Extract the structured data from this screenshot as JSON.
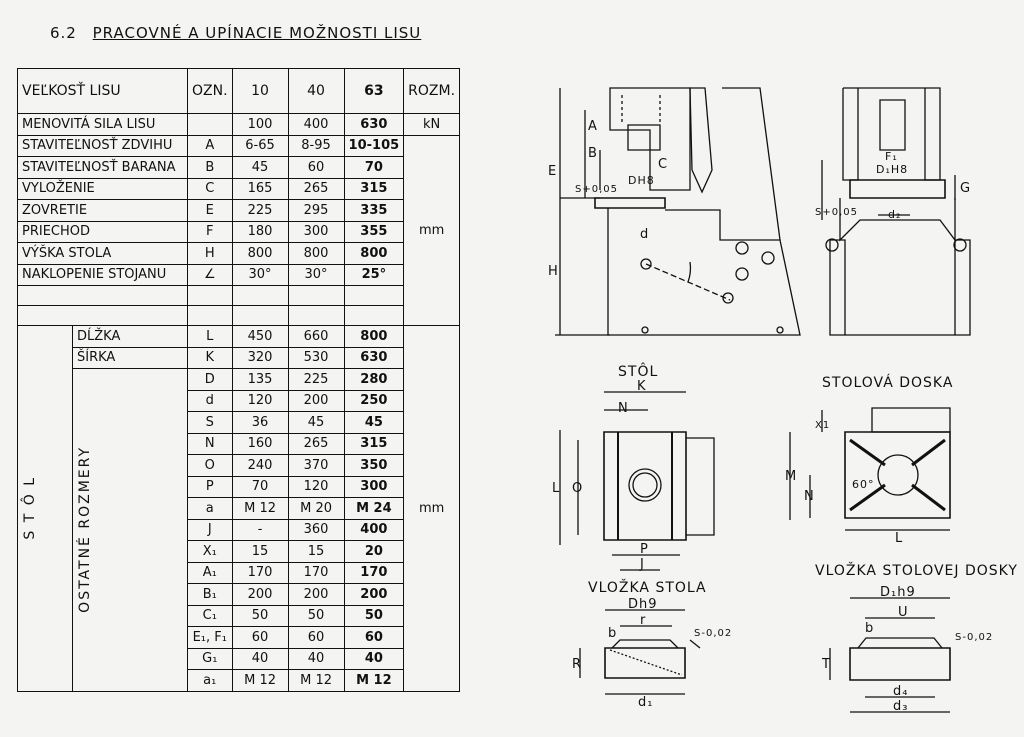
{
  "header": {
    "number": "6.2",
    "title": "PRACOVNÉ A UPÍNACIE MOŽNOSTI LISU"
  },
  "table": {
    "col_headers": [
      "VEĽKOSŤ LISU",
      "OZN.",
      "10",
      "40",
      "63",
      "ROZM."
    ],
    "main_rows": [
      {
        "label": "MENOVITÁ SILA LISU",
        "code": "",
        "v10": "100",
        "v40": "400",
        "v63": "630"
      },
      {
        "label": "STAVITEĽNOSŤ ZDVIHU",
        "code": "A",
        "v10": "6-65",
        "v40": "8-95",
        "v63": "10-105"
      },
      {
        "label": "STAVITEĽNOSŤ BARANA",
        "code": "B",
        "v10": "45",
        "v40": "60",
        "v63": "70"
      },
      {
        "label": "VYLOŽENIE",
        "code": "C",
        "v10": "165",
        "v40": "265",
        "v63": "315"
      },
      {
        "label": "ZOVRETIE",
        "code": "E",
        "v10": "225",
        "v40": "295",
        "v63": "335"
      },
      {
        "label": "PRIECHOD",
        "code": "F",
        "v10": "180",
        "v40": "300",
        "v63": "355"
      },
      {
        "label": "VÝŠKA STOLA",
        "code": "H",
        "v10": "800",
        "v40": "800",
        "v63": "800"
      },
      {
        "label": "NAKLOPENIE STOJANU",
        "code": "∠",
        "v10": "30°",
        "v40": "30°",
        "v63": "25°"
      }
    ],
    "unit_kn": "kN",
    "unit_mm": "mm",
    "stol_label": "S T Ô L",
    "dlzka": {
      "label": "DĹŽKA",
      "code": "L",
      "v10": "450",
      "v40": "660",
      "v63": "800"
    },
    "sirka": {
      "label": "ŠÍRKA",
      "code": "K",
      "v10": "320",
      "v40": "530",
      "v63": "630"
    },
    "ostatne_label": "OSTATNÉ ROZMERY",
    "other_rows": [
      {
        "code": "D",
        "v10": "135",
        "v40": "225",
        "v63": "280"
      },
      {
        "code": "d",
        "v10": "120",
        "v40": "200",
        "v63": "250"
      },
      {
        "code": "S",
        "v10": "36",
        "v40": "45",
        "v63": "45"
      },
      {
        "code": "N",
        "v10": "160",
        "v40": "265",
        "v63": "315"
      },
      {
        "code": "O",
        "v10": "240",
        "v40": "370",
        "v63": "350"
      },
      {
        "code": "P",
        "v10": "70",
        "v40": "120",
        "v63": "300"
      },
      {
        "code": "a",
        "v10": "M 12",
        "v40": "M 20",
        "v63": "M 24"
      },
      {
        "code": "J",
        "v10": "-",
        "v40": "360",
        "v63": "400"
      },
      {
        "code": "X₁",
        "v10": "15",
        "v40": "15",
        "v63": "20"
      },
      {
        "code": "A₁",
        "v10": "170",
        "v40": "170",
        "v63": "170"
      },
      {
        "code": "B₁",
        "v10": "200",
        "v40": "200",
        "v63": "200"
      },
      {
        "code": "C₁",
        "v10": "50",
        "v40": "50",
        "v63": "50"
      },
      {
        "code": "E₁, F₁",
        "v10": "60",
        "v40": "60",
        "v63": "60"
      },
      {
        "code": "G₁",
        "v10": "40",
        "v40": "40",
        "v63": "40"
      },
      {
        "code": "a₁",
        "v10": "M 12",
        "v40": "M 12",
        "v63": "M 12"
      }
    ]
  },
  "drawing_labels": {
    "stol": "STÔL",
    "stolova_doska": "STOLOVÁ DOSKA",
    "vlozka_stola": "VLOŽKA STOLA",
    "vlozka_stolovej_dosky": "VLOŽKA STOLOVEJ DOSKY",
    "dim": {
      "A": "A",
      "B": "B",
      "C": "C",
      "E": "E",
      "H": "H",
      "S005": "S+0,05",
      "DH8": "DH8",
      "d": "d",
      "F1": "F₁",
      "D1H8": "D₁H8",
      "G": "G",
      "d2": "d₂",
      "Sp005": "S+0,05",
      "K": "K",
      "N": "N",
      "L": "L",
      "O": "O",
      "P": "P",
      "J": "J",
      "X1": "X1",
      "M": "M",
      "N2": "N",
      "angle60": "60°",
      "L2": "L",
      "Dh9": "Dh9",
      "r": "r",
      "b": "b",
      "S002": "S-0,02",
      "R": "R",
      "d1": "d₁",
      "D1h9": "D₁h9",
      "U": "U",
      "b2": "b",
      "S002b": "S-0,02",
      "T": "T",
      "d4": "d₄",
      "d3": "d₃"
    }
  }
}
